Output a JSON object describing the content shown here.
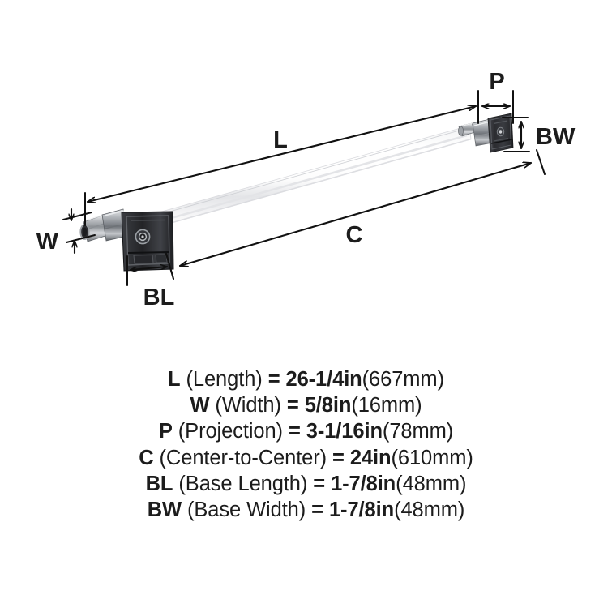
{
  "product": {
    "type": "towel-bar",
    "finish_bar": "clear acrylic / lucite",
    "finish_brackets": "polished chrome and black"
  },
  "colors": {
    "line": "#111111",
    "text": "#1c1c1c",
    "bar_light": "#ffffff",
    "bar_shade": "#e9eaec",
    "bracket_dark": "#2f3034",
    "bracket_chrome": "#c8cacd",
    "background": "#ffffff"
  },
  "diagram": {
    "labels": {
      "L": "L",
      "W": "W",
      "P": "P",
      "C": "C",
      "BL": "BL",
      "BW": "BW"
    }
  },
  "specs": [
    {
      "abbr": "L",
      "name": "(Length)",
      "eq": "=",
      "imperial": "26-1/4in",
      "metric": "(667mm)"
    },
    {
      "abbr": "W",
      "name": "(Width)",
      "eq": "=",
      "imperial": "5/8in",
      "metric": "(16mm)"
    },
    {
      "abbr": "P",
      "name": "(Projection)",
      "eq": "=",
      "imperial": "3-1/16in",
      "metric": "(78mm)"
    },
    {
      "abbr": "C",
      "name": "(Center-to-Center)",
      "eq": "=",
      "imperial": "24in",
      "metric": "(610mm)"
    },
    {
      "abbr": "BL",
      "name": "(Base Length)",
      "eq": "=",
      "imperial": "1-7/8in",
      "metric": "(48mm)"
    },
    {
      "abbr": "BW",
      "name": "(Base Width)",
      "eq": "=",
      "imperial": "1-7/8in",
      "metric": "(48mm)"
    }
  ]
}
